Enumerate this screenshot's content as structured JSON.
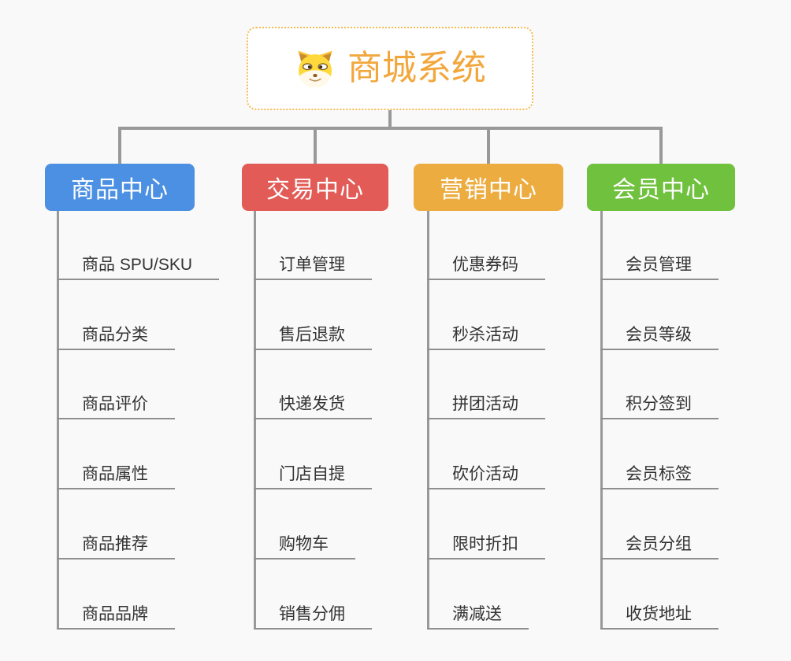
{
  "root": {
    "label": "商城系统",
    "icon": "doge-icon",
    "text_color": "#F2A73D",
    "border_color": "#F6BA52"
  },
  "connector_color": "#999999",
  "branches": [
    {
      "label": "商品中心",
      "color": "#4B90E2",
      "items": [
        "商品 SPU/SKU",
        "商品分类",
        "商品评价",
        "商品属性",
        "商品推荐",
        "商品品牌"
      ]
    },
    {
      "label": "交易中心",
      "color": "#E25B56",
      "items": [
        "订单管理",
        "售后退款",
        "快递发货",
        "门店自提",
        "购物车",
        "销售分佣"
      ]
    },
    {
      "label": "营销中心",
      "color": "#ECAC40",
      "items": [
        "优惠券码",
        "秒杀活动",
        "拼团活动",
        "砍价活动",
        "限时折扣",
        "满减送"
      ]
    },
    {
      "label": "会员中心",
      "color": "#6FC13E",
      "items": [
        "会员管理",
        "会员等级",
        "积分签到",
        "会员标签",
        "会员分组",
        "收货地址"
      ]
    }
  ]
}
